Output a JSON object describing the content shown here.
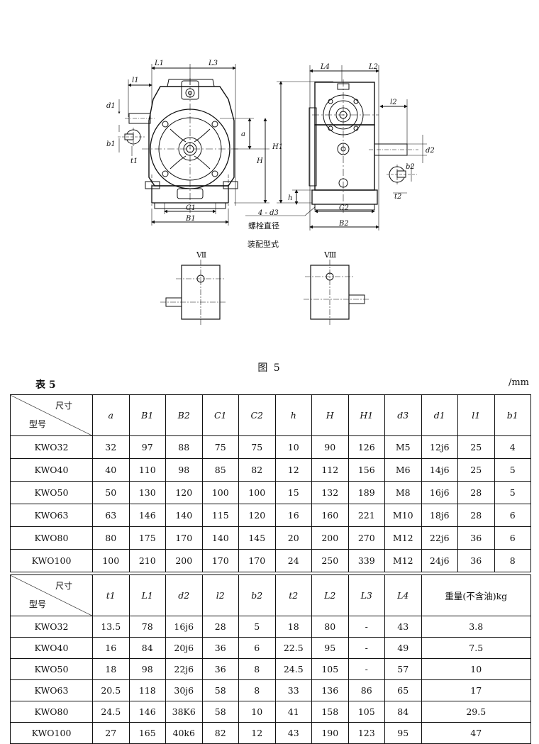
{
  "figure": {
    "labels": {
      "L1": "L1",
      "L3": "L3",
      "l1": "l1",
      "d1": "d1",
      "b1": "b1",
      "t1": "t1",
      "a": "a",
      "H": "H",
      "C1": "C1",
      "B1": "B1",
      "L4": "L4",
      "L2": "L2",
      "l2": "l2",
      "H1": "H1",
      "d2": "d2",
      "b2": "b2",
      "t2": "t2",
      "h": "h",
      "C2": "C2",
      "B2": "B2",
      "bolt_spec": "4 - d3",
      "bolt_note": "螺栓直径",
      "assembly": "装配型式",
      "view7": "Ⅶ",
      "view8": "Ⅷ"
    },
    "caption": "图 5"
  },
  "table_label": "表 5",
  "unit": "/mm",
  "table1": {
    "corner_top": "尺寸",
    "corner_bottom": "型号",
    "headers": [
      "a",
      "B1",
      "B2",
      "C1",
      "C2",
      "h",
      "H",
      "H1",
      "d3",
      "d1",
      "l1",
      "b1"
    ],
    "rows": [
      [
        "KWO32",
        "32",
        "97",
        "88",
        "75",
        "75",
        "10",
        "90",
        "126",
        "M5",
        "12j6",
        "25",
        "4"
      ],
      [
        "KWO40",
        "40",
        "110",
        "98",
        "85",
        "82",
        "12",
        "112",
        "156",
        "M6",
        "14j6",
        "25",
        "5"
      ],
      [
        "KWO50",
        "50",
        "130",
        "120",
        "100",
        "100",
        "15",
        "132",
        "189",
        "M8",
        "16j6",
        "28",
        "5"
      ],
      [
        "KWO63",
        "63",
        "146",
        "140",
        "115",
        "120",
        "16",
        "160",
        "221",
        "M10",
        "18j6",
        "28",
        "6"
      ],
      [
        "KWO80",
        "80",
        "175",
        "170",
        "140",
        "145",
        "20",
        "200",
        "270",
        "M12",
        "22j6",
        "36",
        "6"
      ],
      [
        "KWO100",
        "100",
        "210",
        "200",
        "170",
        "170",
        "24",
        "250",
        "339",
        "M12",
        "24j6",
        "36",
        "8"
      ]
    ]
  },
  "table2": {
    "corner_top": "尺寸",
    "corner_bottom": "型号",
    "headers": [
      "t1",
      "L1",
      "d2",
      "l2",
      "b2",
      "t2",
      "L2",
      "L3",
      "L4"
    ],
    "weight_header": "重量(不含油)kg",
    "rows": [
      [
        "KWO32",
        "13.5",
        "78",
        "16j6",
        "28",
        "5",
        "18",
        "80",
        "-",
        "43",
        "3.8"
      ],
      [
        "KWO40",
        "16",
        "84",
        "20j6",
        "36",
        "6",
        "22.5",
        "95",
        "-",
        "49",
        "7.5"
      ],
      [
        "KWO50",
        "18",
        "98",
        "22j6",
        "36",
        "8",
        "24.5",
        "105",
        "-",
        "57",
        "10"
      ],
      [
        "KWO63",
        "20.5",
        "118",
        "30j6",
        "58",
        "8",
        "33",
        "136",
        "86",
        "65",
        "17"
      ],
      [
        "KWO80",
        "24.5",
        "146",
        "38K6",
        "58",
        "10",
        "41",
        "158",
        "105",
        "84",
        "29.5"
      ],
      [
        "KWO100",
        "27",
        "165",
        "40k6",
        "82",
        "12",
        "43",
        "190",
        "123",
        "95",
        "47"
      ]
    ]
  }
}
